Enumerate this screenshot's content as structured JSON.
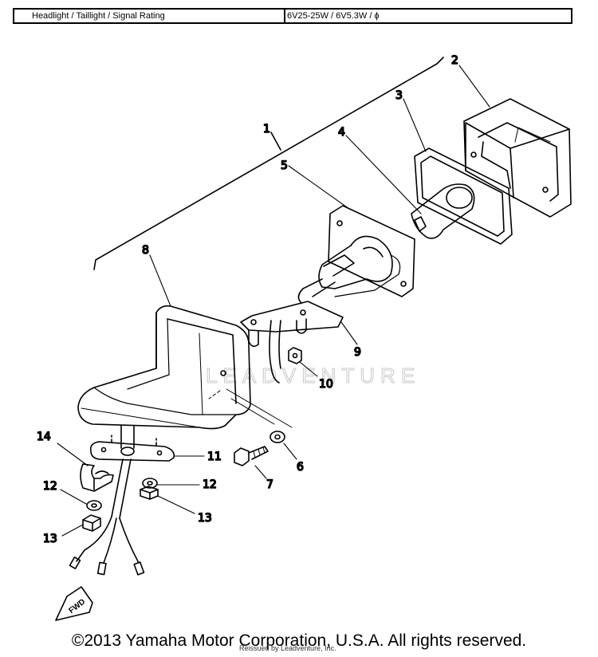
{
  "spec": {
    "label": "Headlight / Taillight / Signal Rating",
    "value": "6V25-25W / 6V5.3W / ϕ"
  },
  "callouts": {
    "c1": "1",
    "c2": "2",
    "c3": "3",
    "c4": "4",
    "c5": "5",
    "c6": "6",
    "c7": "7",
    "c8": "8",
    "c9": "9",
    "c10": "10",
    "c11": "11",
    "c12a": "12",
    "c12b": "12",
    "c13a": "13",
    "c13b": "13",
    "c14": "14"
  },
  "watermark": "LEADVENTURE",
  "fwd_label": "FWD",
  "copyright": "©2013 Yamaha Motor Corporation, U.S.A. All rights reserved.",
  "reissue_note": "Reissued by Leadventure, Inc."
}
